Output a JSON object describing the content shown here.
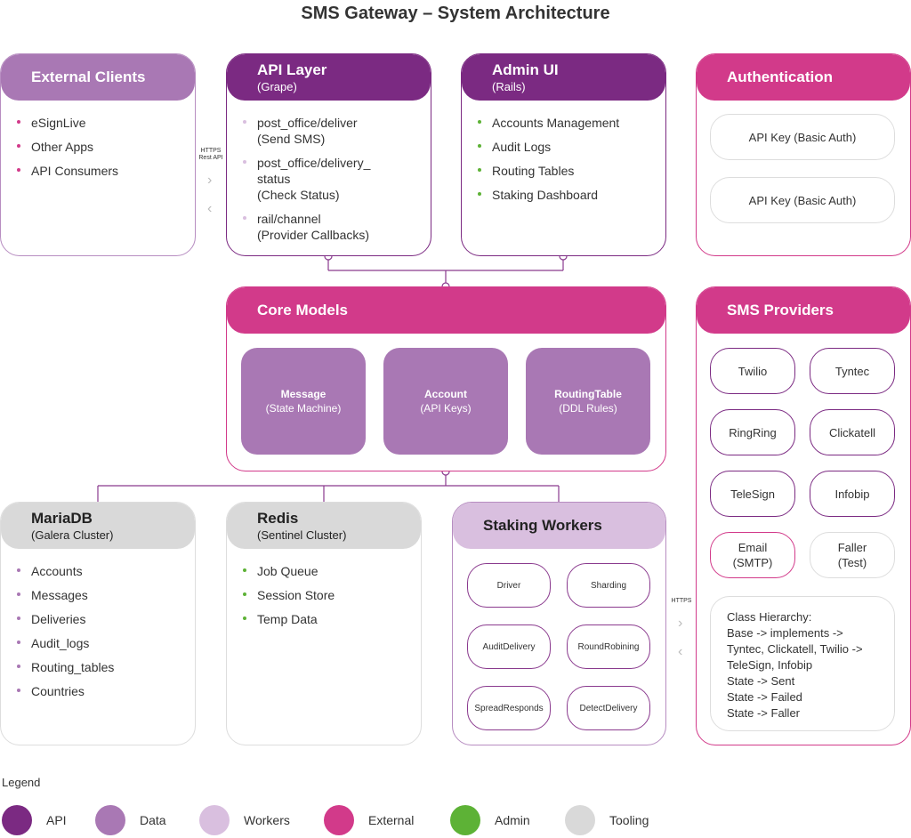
{
  "title": "SMS Gateway – System Architecture",
  "colors": {
    "api": "#7b2a82",
    "data": "#a978b4",
    "workers": "#d9bfdf",
    "external": "#d23a8a",
    "admin": "#5db236",
    "tooling": "#d9d9d9"
  },
  "external_clients": {
    "title": "External Clients",
    "items": [
      "eSignLive",
      "Other Apps",
      "API Consumers"
    ]
  },
  "api_link": {
    "label_line1": "HTTPS",
    "label_line2": "Rest API",
    "right_chevron": "›",
    "left_chevron": "‹"
  },
  "api_layer": {
    "title": "API Layer",
    "subtitle": "(Grape)",
    "items": [
      "post_office/deliver\n(Send SMS)",
      "post_office/delivery_\nstatus\n(Check Status)",
      "rail/channel\n(Provider Callbacks)"
    ]
  },
  "admin_ui": {
    "title": "Admin UI",
    "subtitle": "(Rails)",
    "items": [
      "Accounts Management",
      "Audit Logs",
      "Routing Tables",
      "Staking Dashboard"
    ]
  },
  "authentication": {
    "title": "Authentication",
    "items": [
      "API Key (Basic Auth)",
      "API Key (Basic Auth)"
    ]
  },
  "core_models": {
    "title": "Core Models",
    "models": [
      {
        "name": "Message",
        "detail": "(State Machine)"
      },
      {
        "name": "Account",
        "detail": "(API Keys)"
      },
      {
        "name": "RoutingTable",
        "detail": "(DDL Rules)"
      }
    ]
  },
  "sms_providers": {
    "title": "SMS Providers",
    "providers": [
      "Twilio",
      "Tyntec",
      "RingRing",
      "Clickatell",
      "TeleSign",
      "Infobip",
      "Email\n(SMTP)",
      "Faller\n(Test)"
    ],
    "hierarchy": [
      "Class Hierarchy:",
      "Base -> implements ->",
      "Tyntec, Clickatell, Twilio ->",
      "TeleSign, Infobip",
      "State -> Sent",
      "State -> Failed",
      "State -> Faller"
    ]
  },
  "mariadb": {
    "title": "MariaDB",
    "subtitle": "(Galera Cluster)",
    "items": [
      "Accounts",
      "Messages",
      "Deliveries",
      "Audit_logs",
      "Routing_tables",
      "Countries"
    ]
  },
  "redis": {
    "title": "Redis",
    "subtitle": "(Sentinel Cluster)",
    "items": [
      "Job Queue",
      "Session Store",
      "Temp Data"
    ]
  },
  "staking_workers": {
    "title": "Staking Workers",
    "workers": [
      "Driver",
      "Sharding",
      "AuditDelivery",
      "RoundRobining",
      "SpreadResponds",
      "DetectDelivery"
    ]
  },
  "workers_link": {
    "label": "HTTPS",
    "right_chevron": "›",
    "left_chevron": "‹"
  },
  "legend": {
    "title": "Legend",
    "items": [
      {
        "label": "API",
        "color": "#7b2a82"
      },
      {
        "label": "Data",
        "color": "#a978b4"
      },
      {
        "label": "Workers",
        "color": "#d9bfdf"
      },
      {
        "label": "External",
        "color": "#d23a8a"
      },
      {
        "label": "Admin",
        "color": "#5db236"
      },
      {
        "label": "Tooling",
        "color": "#d9d9d9"
      }
    ]
  }
}
